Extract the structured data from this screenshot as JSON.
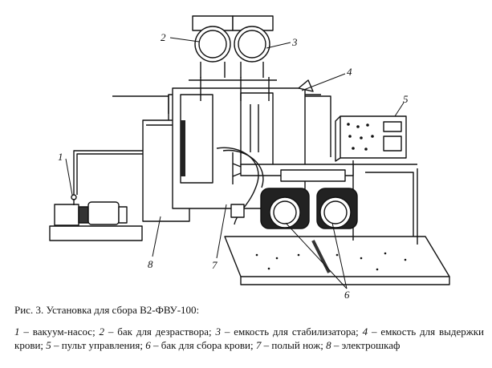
{
  "figure": {
    "labels": [
      "1",
      "2",
      "3",
      "4",
      "5",
      "6",
      "7",
      "8"
    ],
    "colors": {
      "ink": "#111111",
      "paper": "#ffffff",
      "shade": "#444444"
    }
  },
  "caption": {
    "title": "Рис. 3. Установка для сбора В2-ФВУ-100:",
    "legend": [
      {
        "num": "1",
        "text": " – вакуум-насос; "
      },
      {
        "num": "2",
        "text": " – бак для дезраствора; "
      },
      {
        "num": "3",
        "text": " – емкость для стабилизатора; "
      },
      {
        "num": "4",
        "text": " – емкость для выдержки крови; "
      },
      {
        "num": "5",
        "text": " – пульт управления; "
      },
      {
        "num": "6",
        "text": " – бак для сбора крови; "
      },
      {
        "num": "7",
        "text": " – полый нож; "
      },
      {
        "num": "8",
        "text": " – электрошкаф"
      }
    ]
  }
}
